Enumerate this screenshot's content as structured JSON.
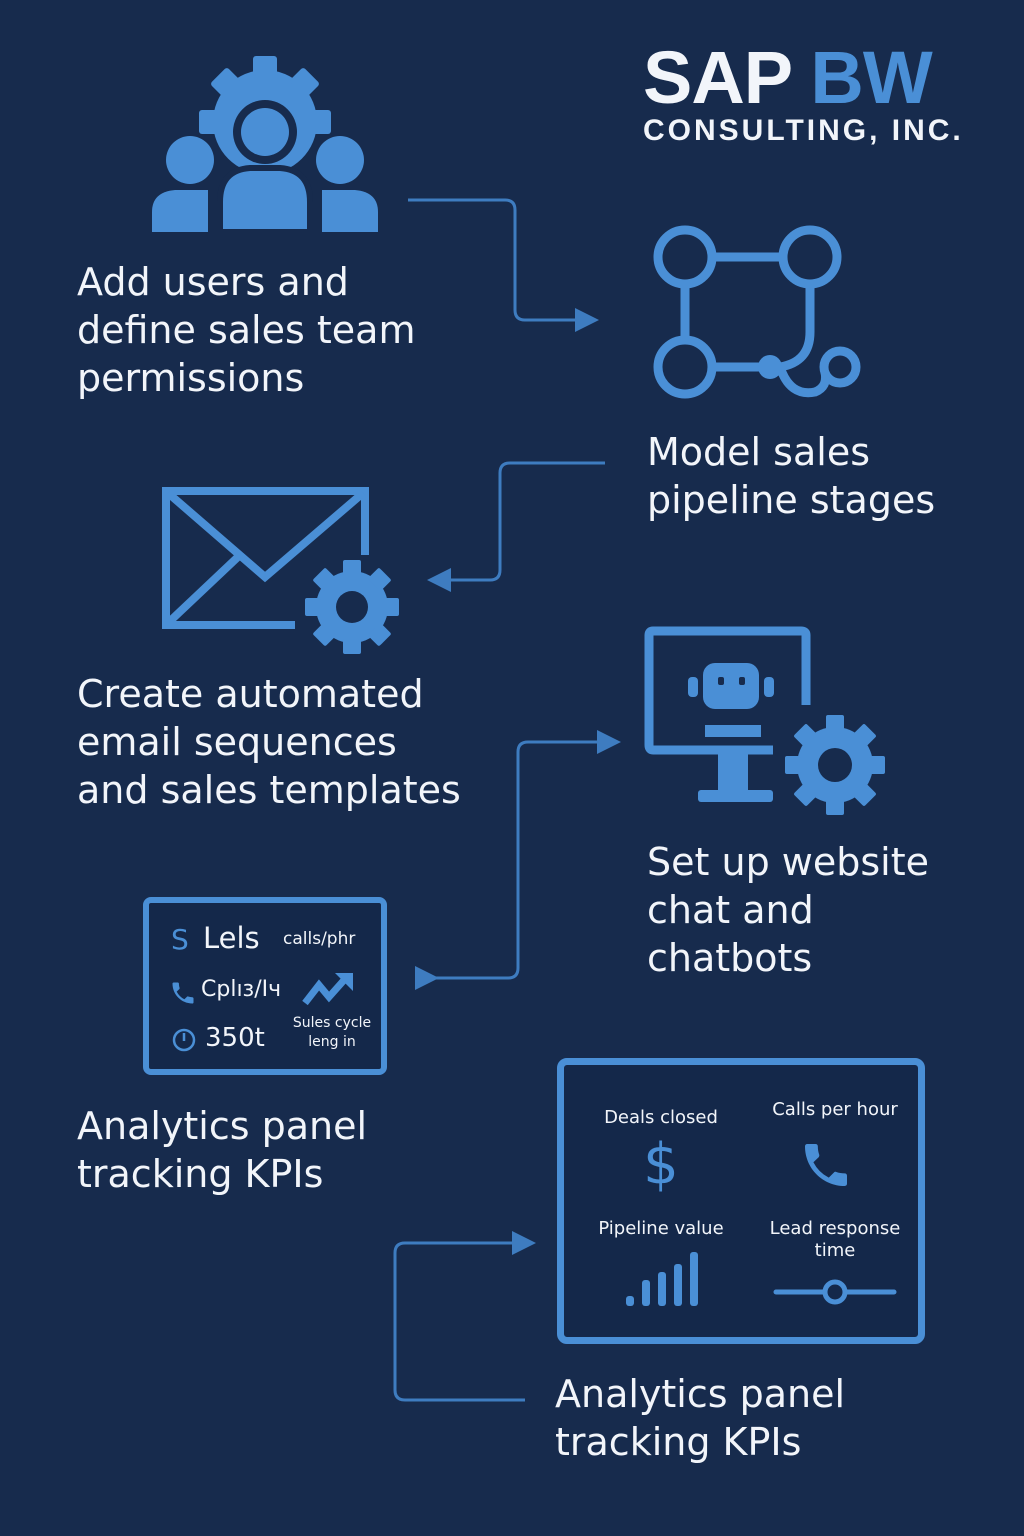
{
  "logo": {
    "part1": "SAP",
    "part2": "BW",
    "subtitle": "CONSULTING, INC."
  },
  "colors": {
    "background": "#172b4d",
    "accent": "#4a8fd6",
    "text": "#f2f5fa"
  },
  "steps": [
    {
      "lines": [
        "Add users and",
        "define sales team",
        "permissions"
      ],
      "icon": "users-gear-icon"
    },
    {
      "lines": [
        "Model sales",
        "pipeline stages"
      ],
      "icon": "pipeline-nodes-icon"
    },
    {
      "lines": [
        "Create automated",
        "email sequences",
        "and sales templates"
      ],
      "icon": "email-gear-icon"
    },
    {
      "lines": [
        "Set up website",
        "chat and",
        "chatbots"
      ],
      "icon": "chatbot-monitor-gear-icon"
    },
    {
      "lines": [
        "Analytics panel",
        "tracking KPIs"
      ],
      "icon": "small-kpi-panel"
    },
    {
      "lines": [
        "Analytics panel",
        "tracking KPIs"
      ],
      "icon": "large-kpi-panel"
    }
  ],
  "small_panel": {
    "dollar_symbol": "S",
    "leads": "Lels",
    "calls": "calls/phr",
    "calls_metric": "Cplıз/Iч",
    "time_value": "350t",
    "cycle_line1": "Sules cycle",
    "cycle_line2": "leng in"
  },
  "large_panel": {
    "deals_closed": "Deals closed",
    "dollar_symbol": "$",
    "calls_per_hour": "Calls per hour",
    "pipeline_value": "Pipeline value",
    "lead_response_line1": "Lead response",
    "lead_response_line2": "time"
  }
}
